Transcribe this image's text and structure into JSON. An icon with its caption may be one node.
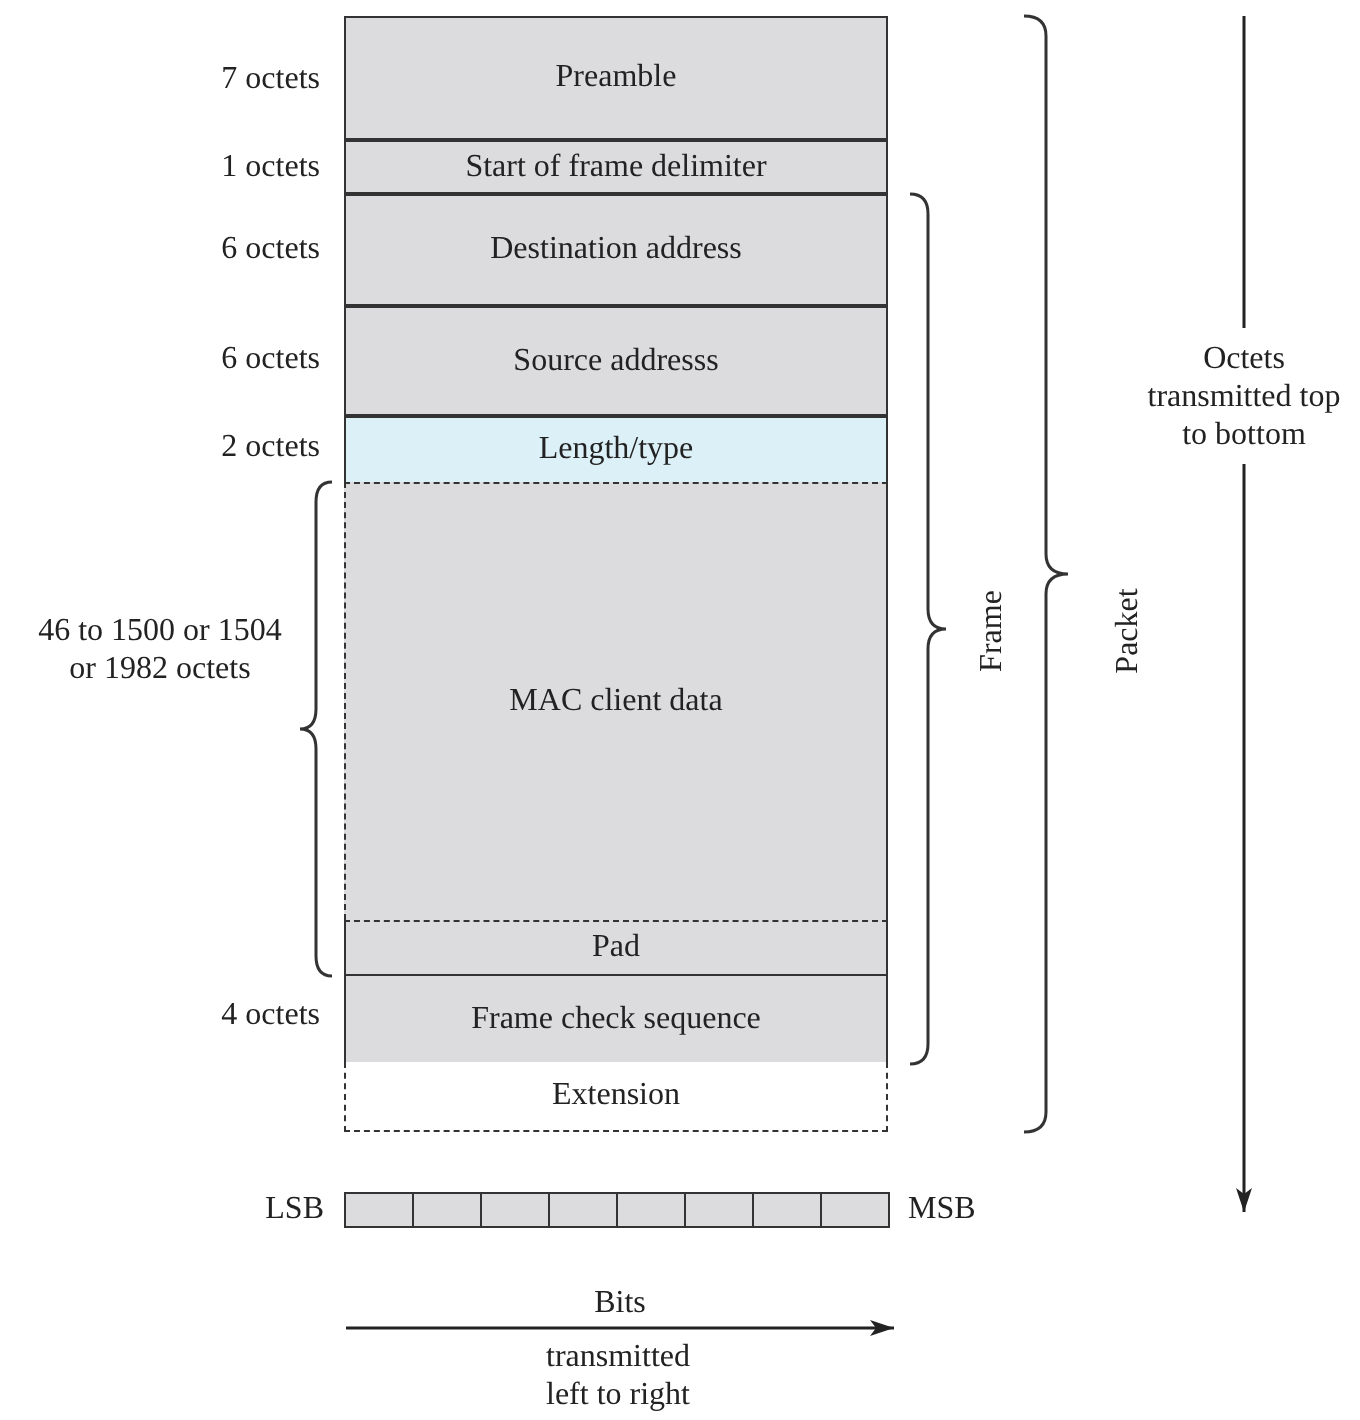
{
  "diagram": {
    "nodes": [
      {
        "text": [
          "Preamble"
        ]
      },
      {
        "text": [
          "Start of frame delimiter"
        ]
      },
      {
        "text": [
          "Destination address"
        ]
      },
      {
        "text": [
          "Source addresss"
        ]
      },
      {
        "text": [
          "Length/type"
        ]
      },
      {
        "text": [
          "MAC client data"
        ]
      },
      {
        "text": [
          "Pad"
        ]
      },
      {
        "text": [
          "Frame check sequence"
        ]
      },
      {
        "text": [
          "Extension"
        ]
      },
      {
        "text": [],
        "shape": "box"
      },
      {
        "text": [],
        "shape": "box"
      },
      {
        "text": [],
        "shape": "box"
      },
      {
        "text": [],
        "shape": "box"
      },
      {
        "text": [],
        "shape": "box"
      },
      {
        "text": [],
        "shape": "box"
      },
      {
        "text": [],
        "shape": "box"
      },
      {
        "text": [],
        "shape": "box"
      }
    ],
    "labels": [
      "7 octets",
      "1 octets",
      "6 octets",
      "6 octets",
      "2 octets",
      "46 to 1500 or 1504 or 1982 octets",
      "4 octets",
      "Frame",
      "Packet",
      "Octets transmitted top to bottom",
      "LSB",
      "MSB",
      "Bits",
      "transmitted left to right"
    ]
  }
}
